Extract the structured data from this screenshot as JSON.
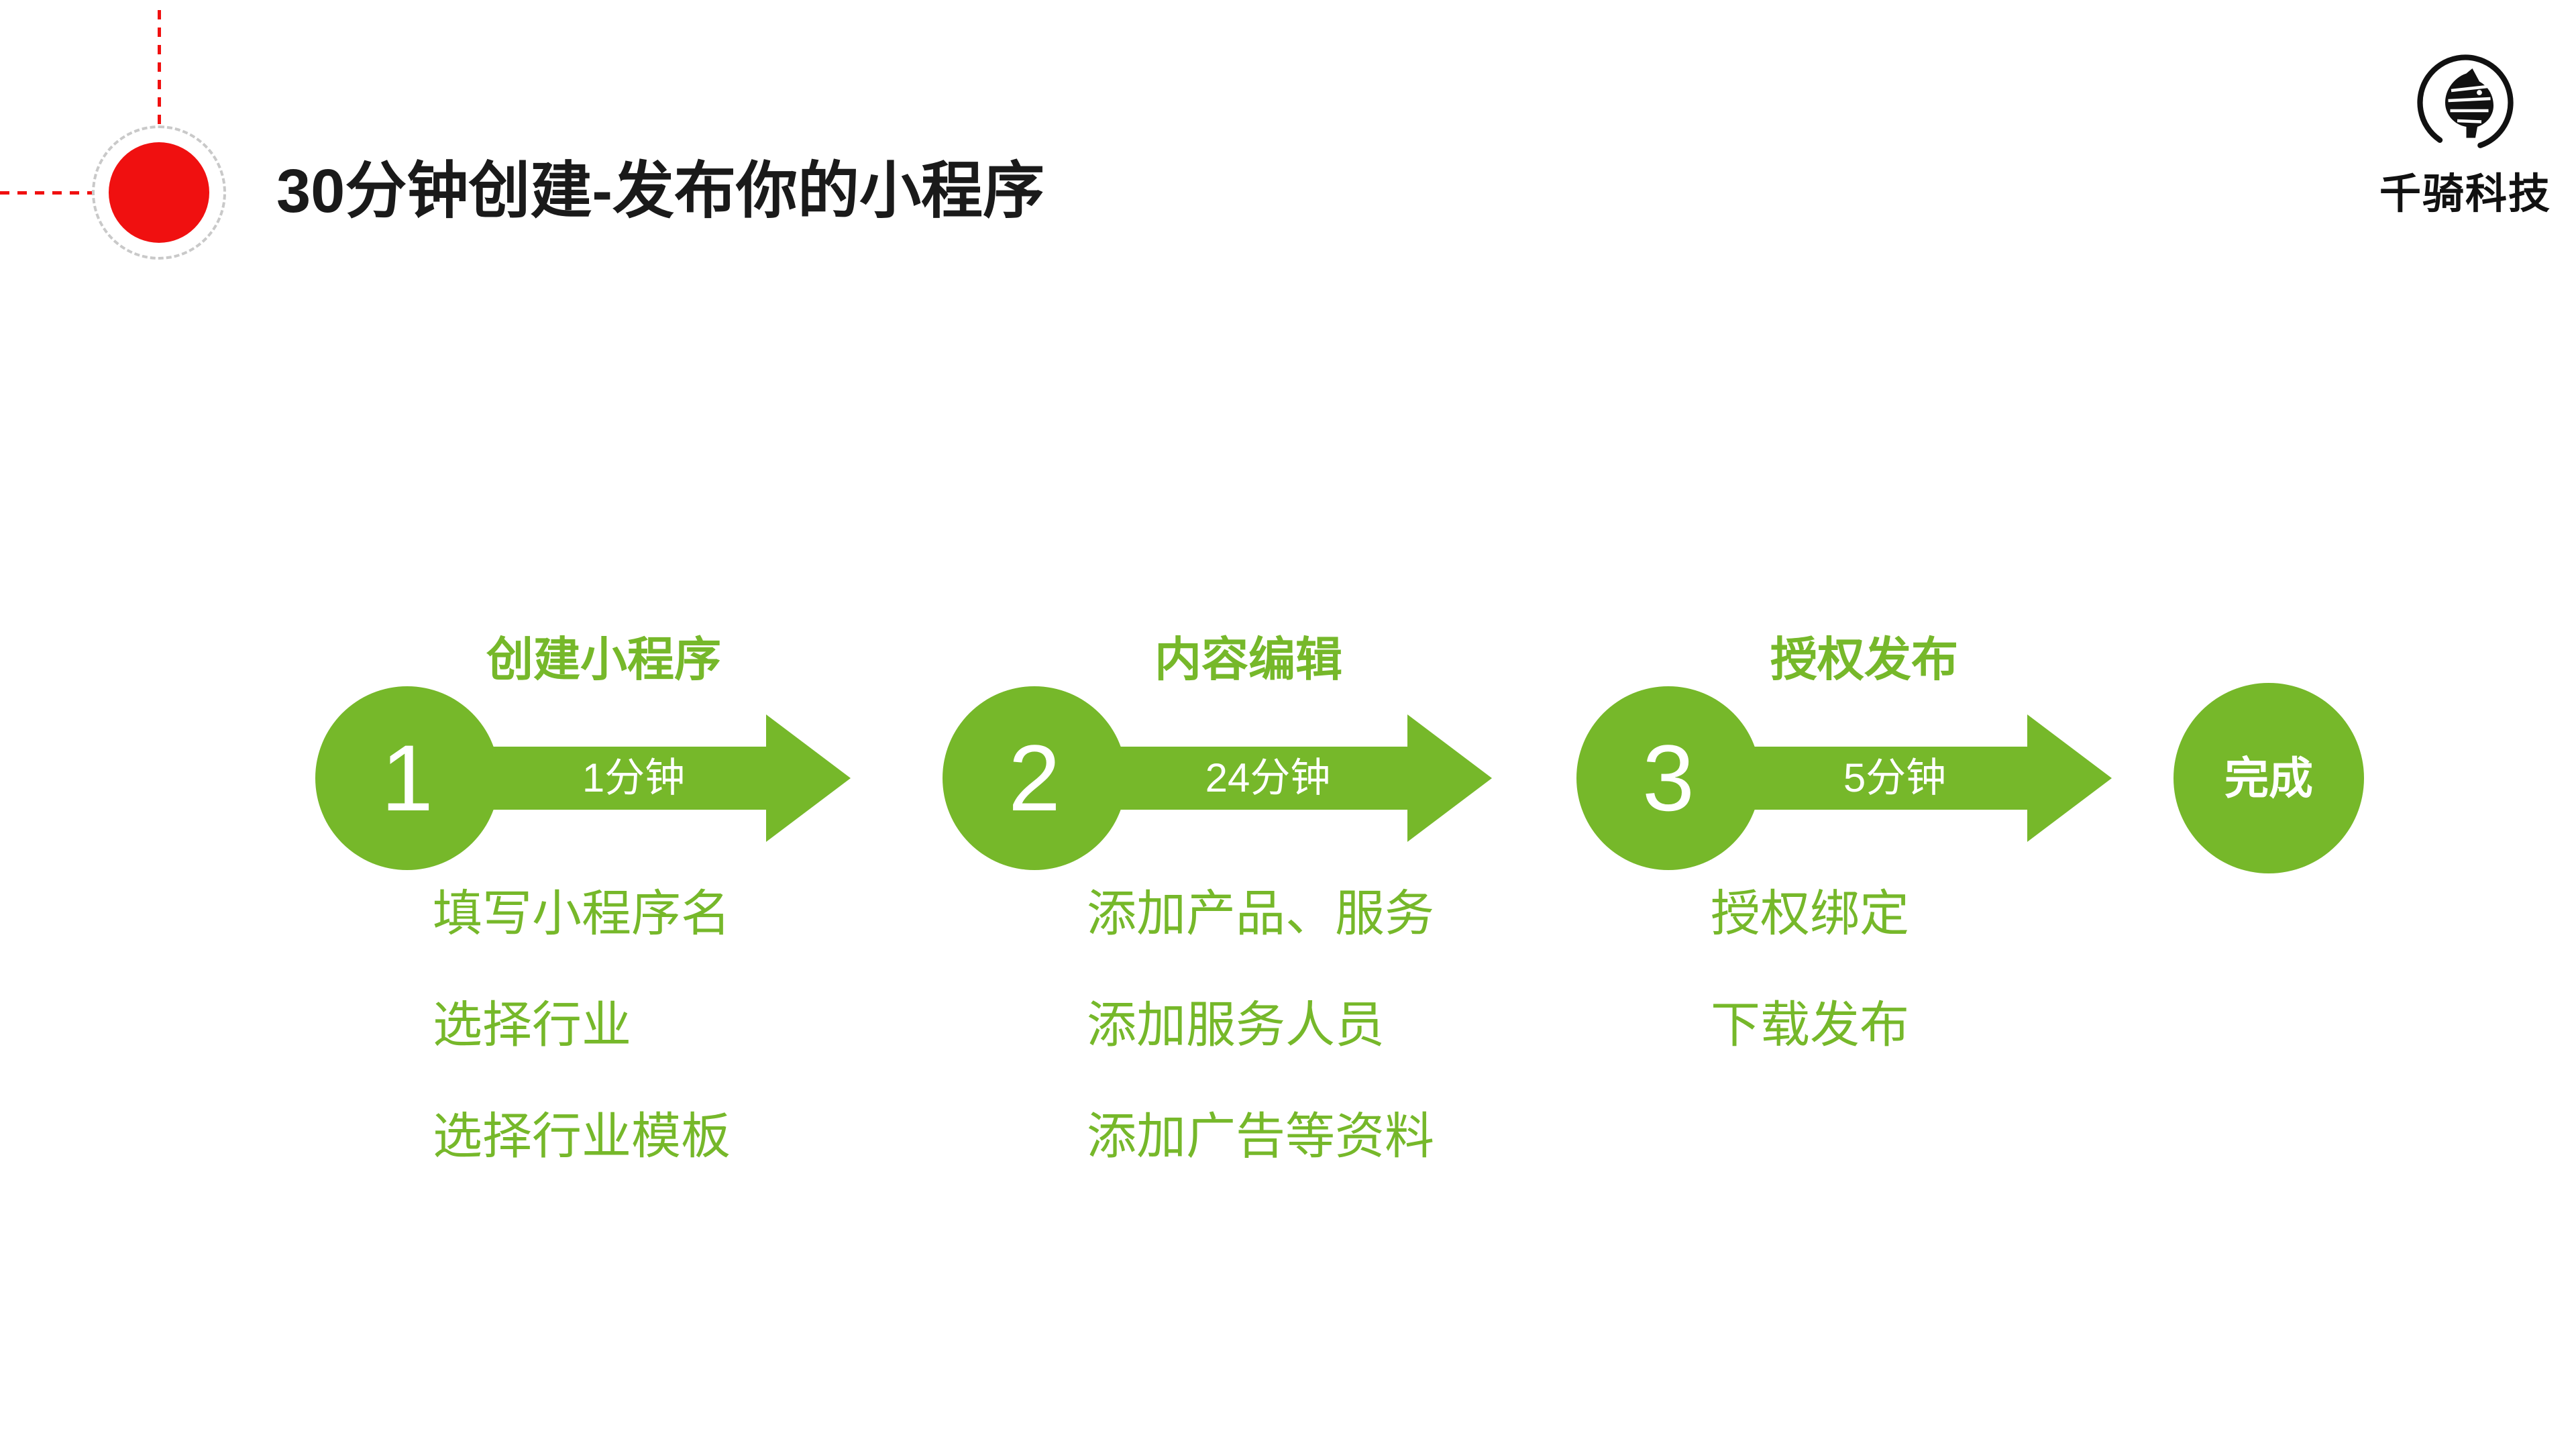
{
  "slide": {
    "title": "30分钟创建-发布你的小程序"
  },
  "logo": {
    "icon": "zebra-icon",
    "text": "千骑科技"
  },
  "colors": {
    "green": "#76B82A",
    "red": "#F01010",
    "ink": "#1a1a1a"
  },
  "steps": [
    {
      "number": "1",
      "header": "创建小程序",
      "duration": "1分钟",
      "items": [
        "填写小程序名",
        "选择行业",
        "选择行业模板"
      ]
    },
    {
      "number": "2",
      "header": "内容编辑",
      "duration": "24分钟",
      "items": [
        "添加产品、服务",
        "添加服务人员",
        "添加广告等资料"
      ]
    },
    {
      "number": "3",
      "header": "授权发布",
      "duration": "5分钟",
      "items": [
        "授权绑定",
        "下载发布"
      ]
    }
  ],
  "finish": {
    "label": "完成"
  }
}
